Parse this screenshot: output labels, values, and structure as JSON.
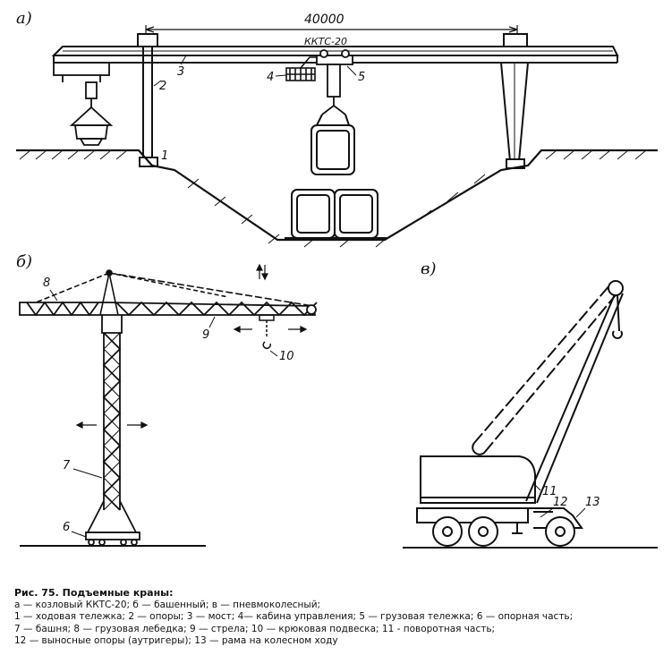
{
  "panels": {
    "a": "а)",
    "b": "б)",
    "v": "в)"
  },
  "dimension": "40000",
  "bridge_plate": "ККТС-20",
  "labels": {
    "n1": "1",
    "n2": "2",
    "n3": "3",
    "n4": "4",
    "n5": "5",
    "n6": "6",
    "n7": "7",
    "n8": "8",
    "n9": "9",
    "n10": "10",
    "n11": "11",
    "n12": "12",
    "n13": "13"
  },
  "caption": {
    "title": "Рис. 75. Подъемные краны:",
    "line1": "а — козловый ККТС-20; б — башенный; в — пневмоколесный;",
    "line2": "1 — ходовая тележка; 2 — опоры; 3 — мост; 4— кабина управления; 5 — грузовая тележка; 6 — опорная часть;",
    "line3": "7 — башня; 8 — грузовая лебедка; 9 — стрела; 10 — крюковая подвеска;  11 - поворотная часть;",
    "line4": "12 — выносные опоры (аутригеры); 13 — рама на колесном ходу"
  }
}
